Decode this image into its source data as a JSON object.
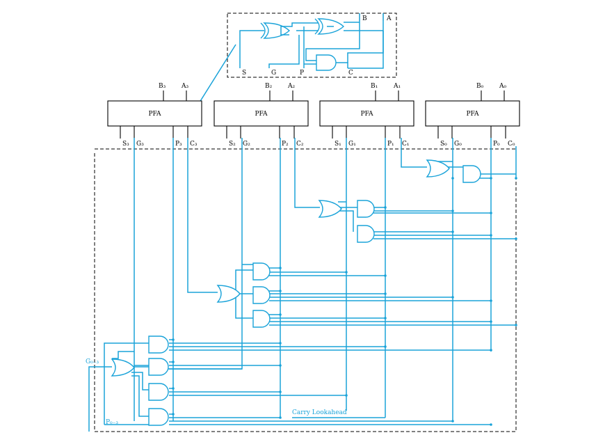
{
  "top": {
    "outputs": [
      "S",
      "G",
      "P",
      "C"
    ],
    "inputs": [
      "B",
      "A"
    ]
  },
  "pfa_blocks": [
    {
      "label": "PFA",
      "inputs": [
        "B₃",
        "A₃"
      ],
      "outputs": [
        "S₃",
        "G₃",
        "P₃",
        "C₃"
      ]
    },
    {
      "label": "PFA",
      "inputs": [
        "B₂",
        "A₂"
      ],
      "outputs": [
        "S₂",
        "G₂",
        "P₂",
        "C₂"
      ]
    },
    {
      "label": "PFA",
      "inputs": [
        "B₁",
        "A₁"
      ],
      "outputs": [
        "S₁",
        "G₁",
        "P₁",
        "C₁"
      ]
    },
    {
      "label": "PFA",
      "inputs": [
        "B₀",
        "A₀"
      ],
      "outputs": [
        "S₀",
        "G₀",
        "P₀",
        "C₀"
      ]
    }
  ],
  "lookahead": {
    "label": "Carry Lookahead",
    "g_out": "G₀₋₃",
    "p_out": "P₀₋₃"
  }
}
